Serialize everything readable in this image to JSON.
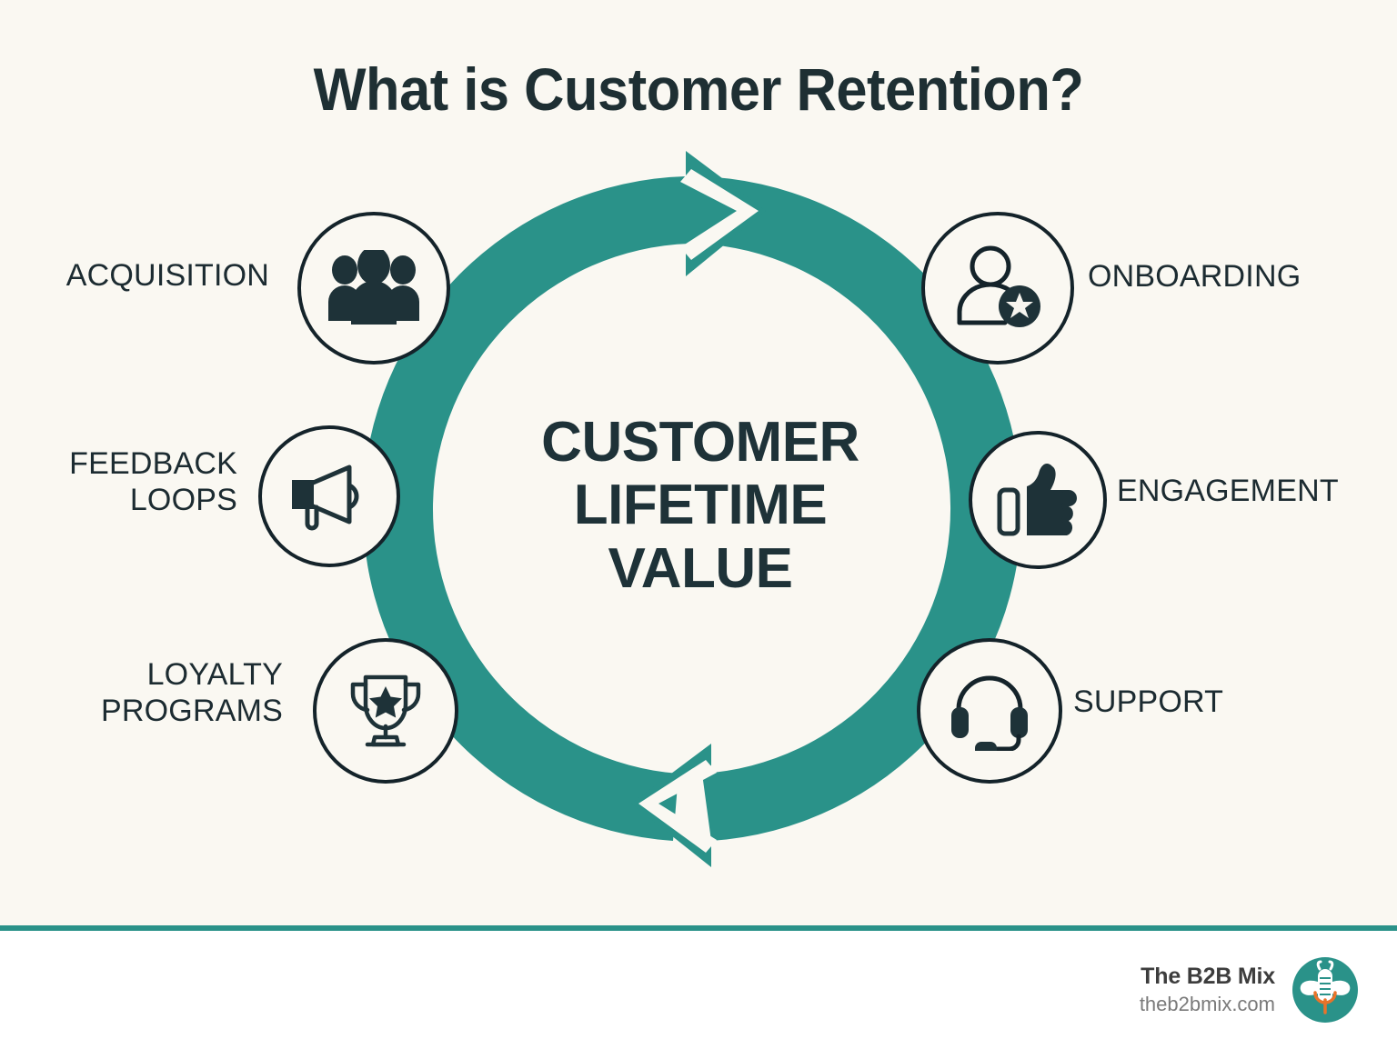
{
  "page": {
    "title": "What is Customer Retention?",
    "background_color": "#faf8f2",
    "accent_color": "#2a9289",
    "text_color": "#1e2f33"
  },
  "center": {
    "line1": "CUSTOMER",
    "line2": "LIFETIME",
    "line3": "VALUE"
  },
  "cycle": {
    "direction": "clockwise",
    "ring_color": "#2a9289",
    "arrow_top_direction": "right",
    "arrow_bottom_direction": "left",
    "stages": [
      {
        "id": "acquisition",
        "label": "ACQUISITION",
        "icon": "people-group-icon",
        "side": "left"
      },
      {
        "id": "onboarding",
        "label": "ONBOARDING",
        "icon": "user-badge-icon",
        "side": "right"
      },
      {
        "id": "engagement",
        "label": "ENGAGEMENT",
        "icon": "thumbs-up-icon",
        "side": "right"
      },
      {
        "id": "support",
        "label": "SUPPORT",
        "icon": "headset-icon",
        "side": "right"
      },
      {
        "id": "loyalty_programs",
        "label": "LOYALTY\nPROGRAMS",
        "icon": "trophy-icon",
        "side": "left"
      },
      {
        "id": "feedback_loops",
        "label": "FEEDBACK\nLOOPS",
        "icon": "megaphone-icon",
        "side": "left"
      }
    ]
  },
  "footer": {
    "brand_name": "The B2B Mix",
    "brand_url": "theb2bmix.com",
    "logo": "bee-microphone-logo",
    "logo_bg_color": "#2a9289",
    "logo_accent_color": "#e8732a"
  }
}
